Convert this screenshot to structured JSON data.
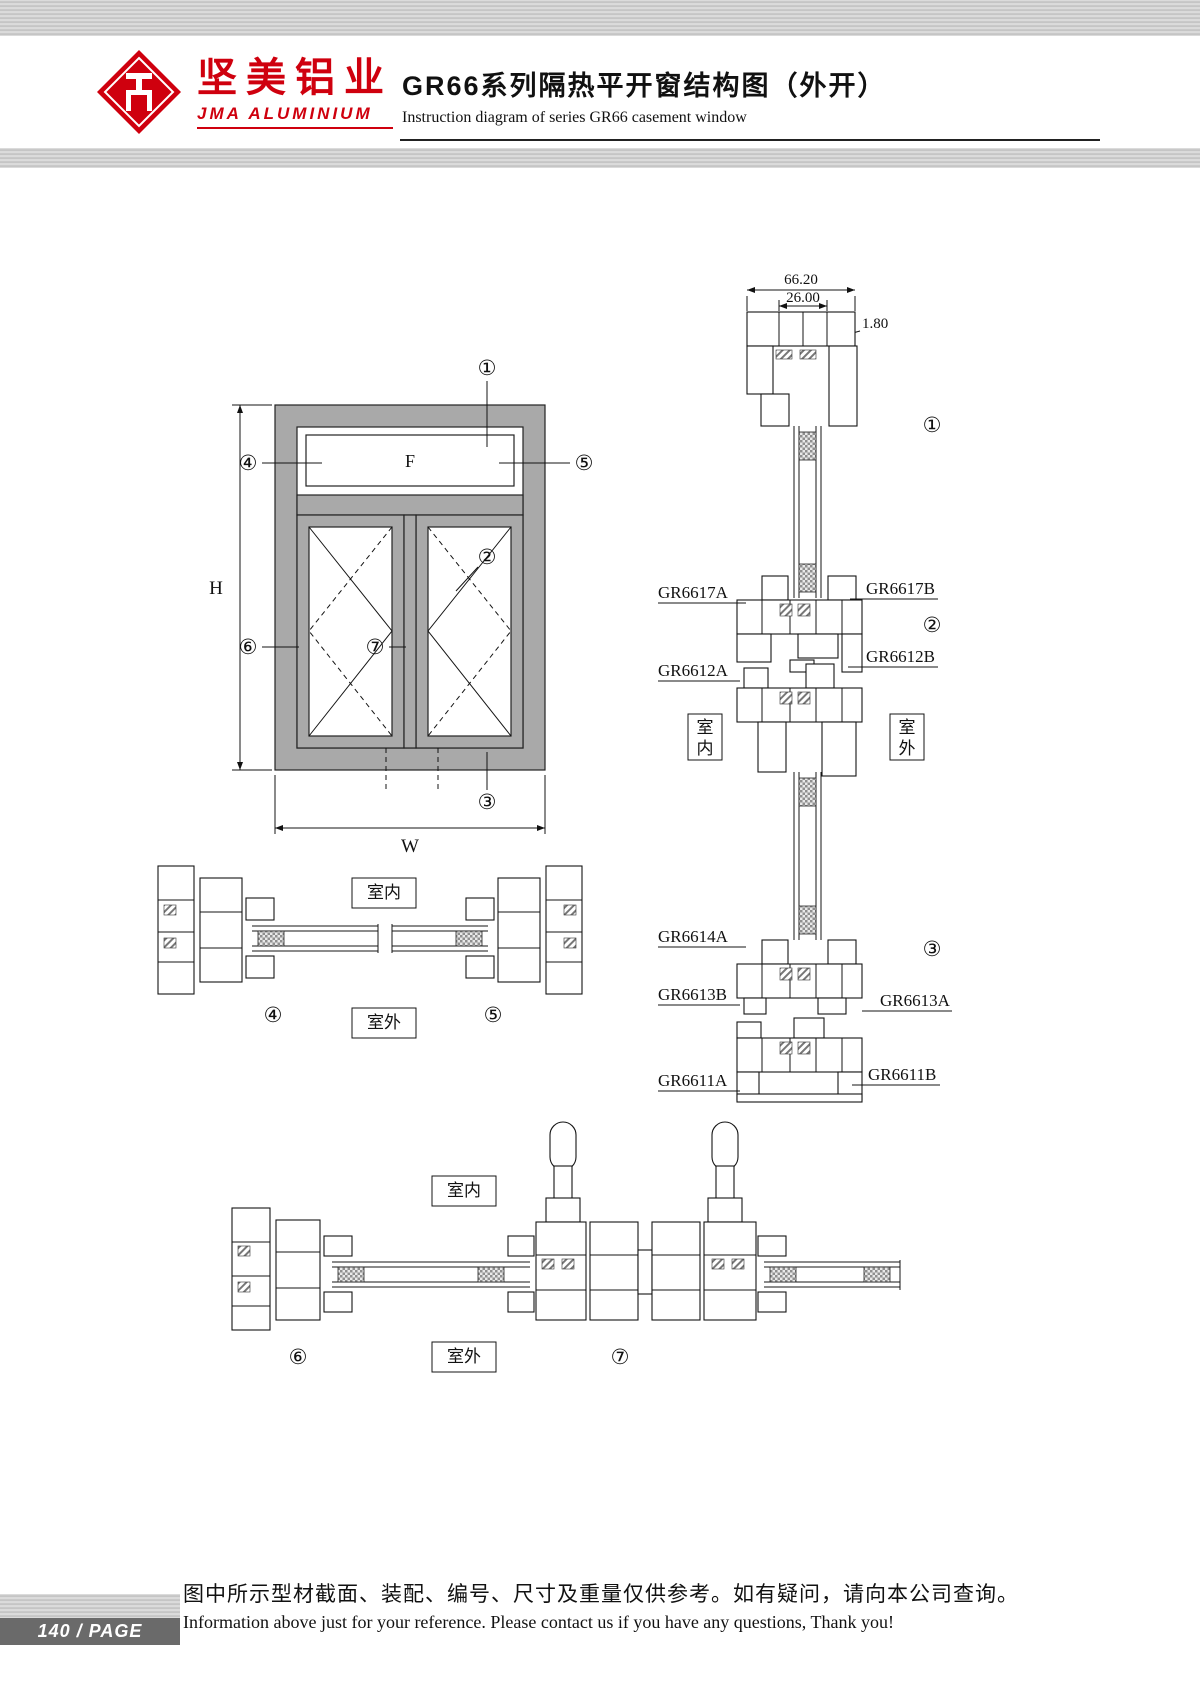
{
  "header": {
    "brand_cn": "坚美铝业",
    "brand_en": "JMA ALUMINIUM",
    "title_cn": "GR66系列隔热平开窗结构图（外开）",
    "title_en": "Instruction diagram of series GR66 casement window"
  },
  "elevation": {
    "panel_label": "F",
    "height_label": "H",
    "width_label": "W"
  },
  "callouts": {
    "c1": "①",
    "c2": "②",
    "c3": "③",
    "c4": "④",
    "c5": "⑤",
    "c6": "⑥",
    "c7": "⑦"
  },
  "dimensions": {
    "overall": "66.20",
    "inner": "26.00",
    "wall": "1.80"
  },
  "parts": {
    "gr6617a": "GR6617A",
    "gr6617b": "GR6617B",
    "gr6612a": "GR6612A",
    "gr6612b": "GR6612B",
    "gr6614a": "GR6614A",
    "gr6613b": "GR6613B",
    "gr6613a": "GR6613A",
    "gr6611a": "GR6611A",
    "gr6611b": "GR6611B"
  },
  "location": {
    "indoor": "室内",
    "outdoor": "室外",
    "char_shi": "室",
    "char_nei": "内",
    "char_wai": "外"
  },
  "footer": {
    "page_number": "140",
    "page_suffix": "/ PAGE",
    "note_cn": "图中所示型材截面、装配、编号、尺寸及重量仅供参考。如有疑问，请向本公司查询。",
    "note_en": "Information above just for your reference. Please contact us if you have any questions, Thank you!"
  }
}
